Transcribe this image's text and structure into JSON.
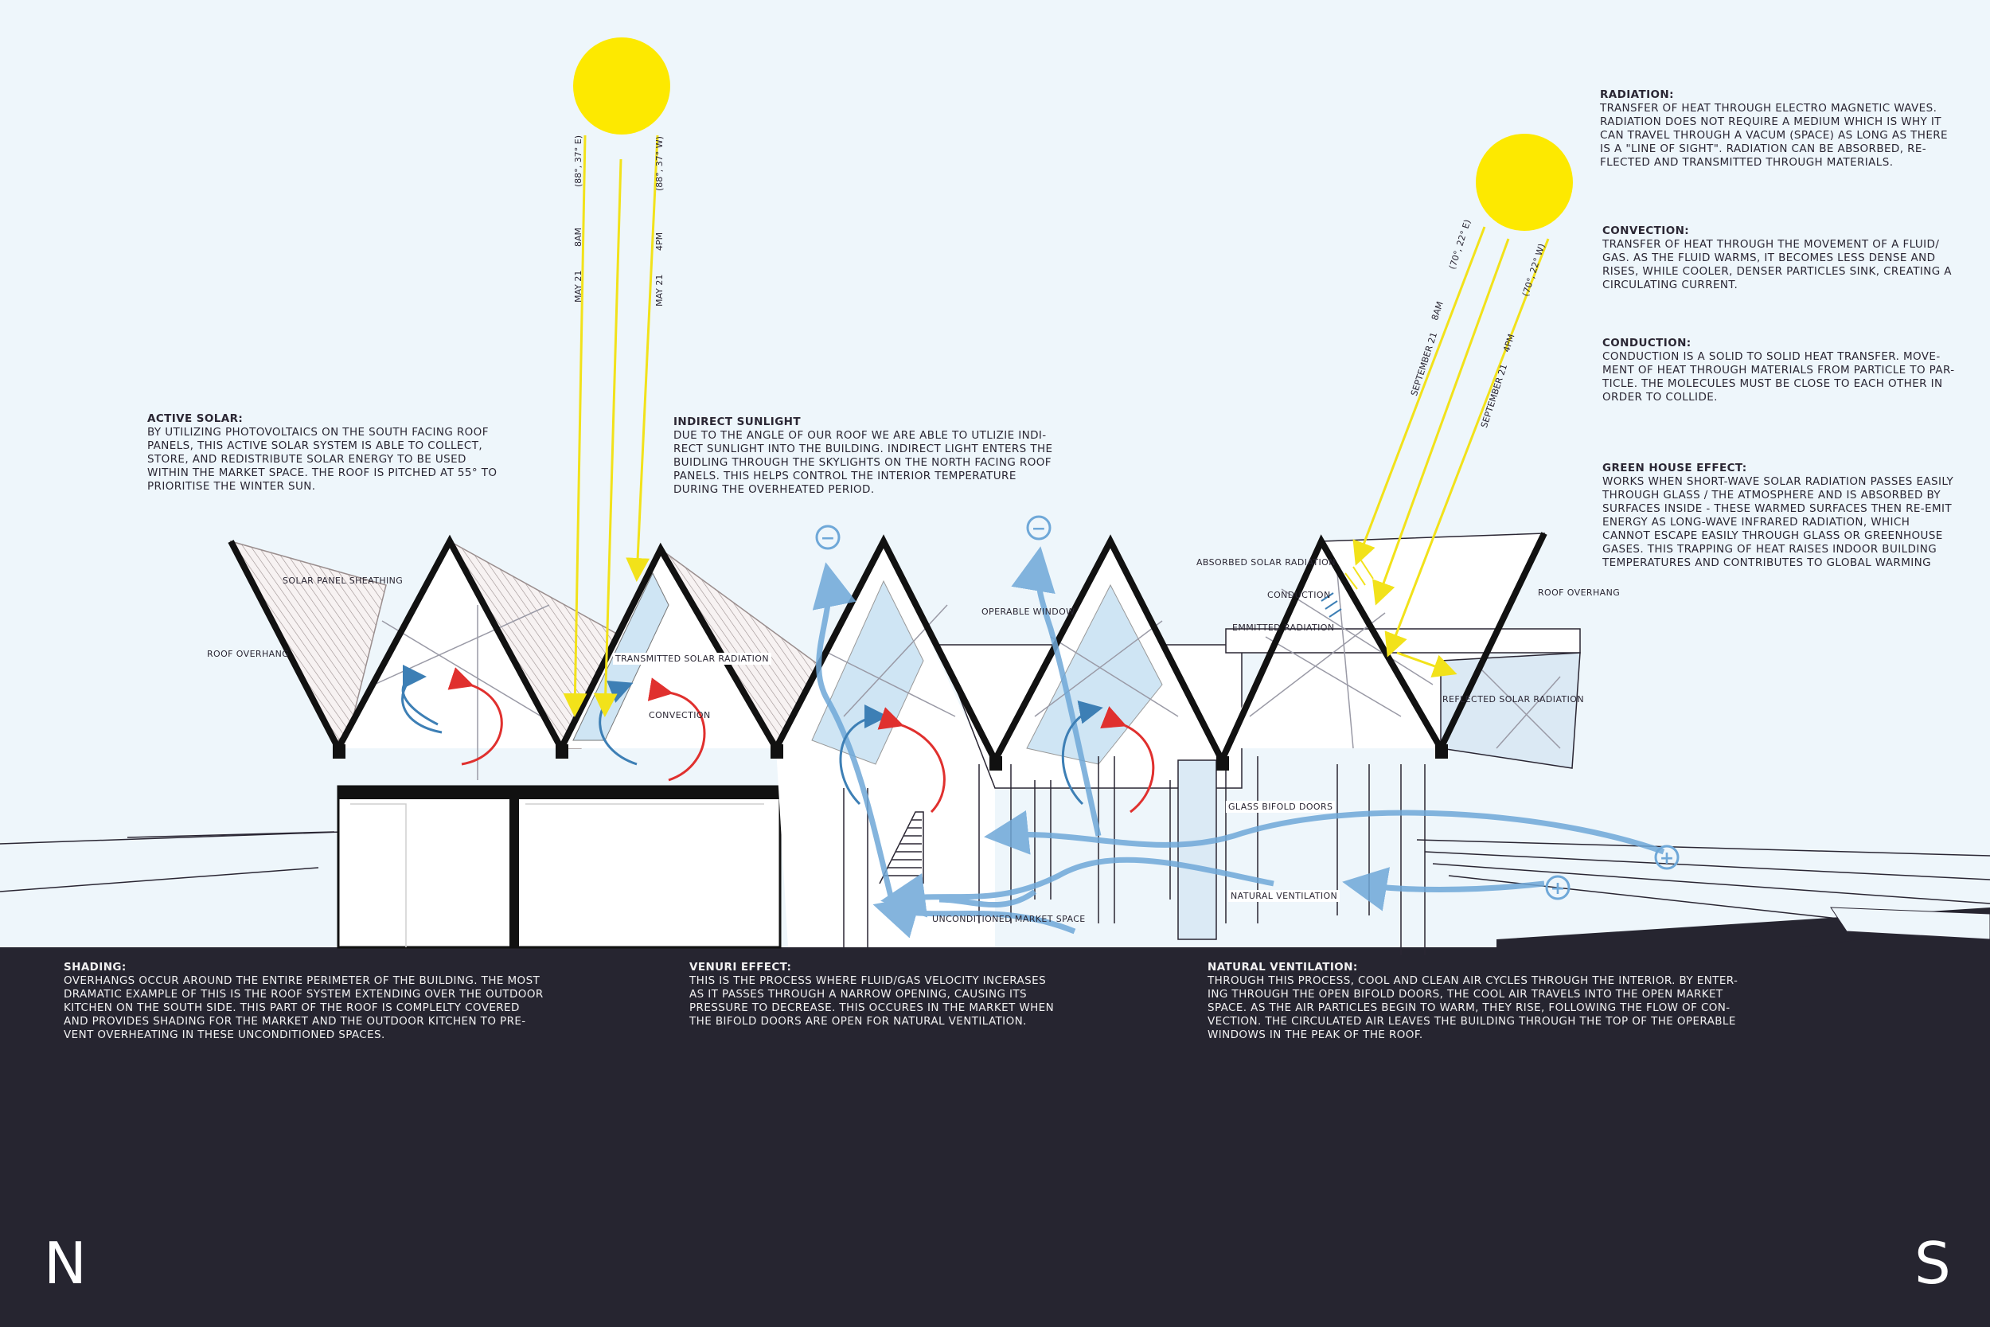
{
  "notes": {
    "radiation": {
      "title": "RADIATION:",
      "body": "TRANSFER OF HEAT THROUGH ELECTRO MAGNETIC WAVES.\nRADIATION DOES NOT REQUIRE A MEDIUM WHICH IS WHY IT\nCAN TRAVEL THROUGH A VACUM (SPACE) AS LONG AS THERE\nIS A \"LINE OF SIGHT\". RADIATION CAN BE ABSORBED, RE-\nFLECTED AND TRANSMITTED THROUGH MATERIALS."
    },
    "convection": {
      "title": "CONVECTION:",
      "body": "TRANSFER OF HEAT THROUGH THE MOVEMENT OF A FLUID/\nGAS. AS THE FLUID WARMS, IT BECOMES LESS DENSE AND\nRISES, WHILE COOLER, DENSER PARTICLES SINK, CREATING A\nCIRCULATING CURRENT."
    },
    "conduction": {
      "title": "CONDUCTION:",
      "body": "CONDUCTION IS A SOLID TO SOLID HEAT TRANSFER. MOVE-\nMENT OF HEAT THROUGH MATERIALS FROM PARTICLE TO PAR-\nTICLE. THE MOLECULES MUST BE CLOSE TO EACH OTHER IN\nORDER TO COLLIDE."
    },
    "greenhouse": {
      "title": "GREEN HOUSE EFFECT:",
      "body": "WORKS WHEN SHORT-WAVE SOLAR RADIATION PASSES EASILY\nTHROUGH GLASS / THE ATMOSPHERE AND IS ABSORBED BY\nSURFACES INSIDE - THESE WARMED SURFACES THEN RE-EMIT\nENERGY AS LONG-WAVE INFRARED RADIATION, WHICH\nCANNOT ESCAPE EASILY THROUGH GLASS OR GREENHOUSE\nGASES. THIS TRAPPING OF HEAT RAISES INDOOR BUILDING\nTEMPERATURES AND CONTRIBUTES TO GLOBAL WARMING"
    },
    "active_solar": {
      "title": "ACTIVE SOLAR:",
      "body": "BY UTILIZING PHOTOVOLTAICS ON THE SOUTH FACING ROOF\nPANELS, THIS ACTIVE SOLAR SYSTEM IS ABLE TO COLLECT,\nSTORE, AND REDISTRIBUTE SOLAR ENERGY TO BE USED\nWITHIN THE MARKET SPACE. THE ROOF IS PITCHED AT 55° TO\nPRIORITISE THE WINTER SUN."
    },
    "indirect": {
      "title": "INDIRECT SUNLIGHT",
      "body": "DUE TO THE ANGLE OF OUR ROOF WE ARE ABLE TO UTLIZIE INDI-\nRECT SUNLIGHT INTO THE BUILDING. INDIRECT LIGHT ENTERS THE\nBUIDLING THROUGH THE SKYLIGHTS ON THE NORTH FACING ROOF\nPANELS. THIS HELPS CONTROL THE INTERIOR TEMPERATURE\nDURING THE OVERHEATED PERIOD."
    },
    "shading": {
      "title": "SHADING:",
      "body": "OVERHANGS OCCUR AROUND THE ENTIRE PERIMETER OF THE BUILDING. THE MOST\nDRAMATIC EXAMPLE OF THIS IS THE ROOF SYSTEM EXTENDING OVER THE OUTDOOR\nKITCHEN ON THE SOUTH SIDE. THIS PART OF THE ROOF IS COMPLELTY COVERED\nAND PROVIDES SHADING FOR THE MARKET AND THE OUTDOOR KITCHEN TO PRE-\nVENT OVERHEATING IN THESE UNCONDITIONED SPACES."
    },
    "venturi": {
      "title": "VENURI EFFECT:",
      "body": "THIS IS THE PROCESS WHERE FLUID/GAS VELOCITY INCERASES\nAS IT PASSES THROUGH A NARROW OPENING, CAUSING ITS\nPRESSURE TO DECREASE. THIS OCCURES IN THE MARKET WHEN\nTHE BIFOLD DOORS ARE OPEN FOR NATURAL VENTILATION."
    },
    "natural_vent": {
      "title": "NATURAL VENTILATION:",
      "body": "THROUGH THIS PROCESS, COOL AND CLEAN AIR CYCLES THROUGH THE INTERIOR. BY ENTER-\nING THROUGH THE OPEN BIFOLD DOORS, THE COOL AIR TRAVELS INTO THE OPEN MARKET\nSPACE. AS THE AIR PARTICLES BEGIN TO WARM, THEY RISE, FOLLOWING THE FLOW OF CON-\nVECTION. THE CIRCULATED AIR LEAVES THE BUILDING THROUGH THE TOP OF THE OPERABLE\nWINDOWS IN THE PEAK OF THE ROOF."
    }
  },
  "labels": {
    "solar_panel_sheathing": "SOLAR PANEL SHEATHING",
    "roof_overhang_left": "ROOF OVERHANG",
    "roof_overhang_right": "ROOF OVERHANG",
    "transmitted": "TRANSMITTED SOLAR RADIATION",
    "convection": "CONVECTION",
    "operable_window": "OPERABLE WINDOW",
    "absorbed": "ABSORBED SOLAR RADIATION",
    "conduction": "CONDUCTION",
    "emitted": "EMMITTED RADIATION",
    "reflected": "REFLECTED SOLAR RADIATION",
    "glass_bifold": "GLASS BIFOLD DOORS",
    "natural_ventilation": "NATURAL VENTILATION",
    "unconditioned": "UNCONDITIONED MARKET SPACE"
  },
  "sun_labels": {
    "may_angle_e": "(88°, 37° E)",
    "may_8am": "8AM",
    "may_21_a": "MAY 21",
    "may_angle_w": "(88°, 37° W)",
    "may_4pm": "4PM",
    "may_21_b": "MAY 21",
    "sep_angle_e": "(70°, 22° E)",
    "sep_8am": "8AM",
    "sep_21_a": "SEPTEMBER 21",
    "sep_angle_w": "(70°, 22° W)",
    "sep_4pm": "4PM",
    "sep_21_b": "SEPTEMBER 21"
  },
  "compass": {
    "north": "N",
    "south": "S"
  },
  "symbols": {
    "minus": "−",
    "plus": "+"
  },
  "colors": {
    "sun": "#fde900",
    "sun_ray": "#f2e21a",
    "warm_arrow": "#e0302e",
    "cool_arrow": "#3d7fb5",
    "airflow": "#6fa8d8",
    "dark_panel": "#262530",
    "sky": "#eef6fb"
  }
}
